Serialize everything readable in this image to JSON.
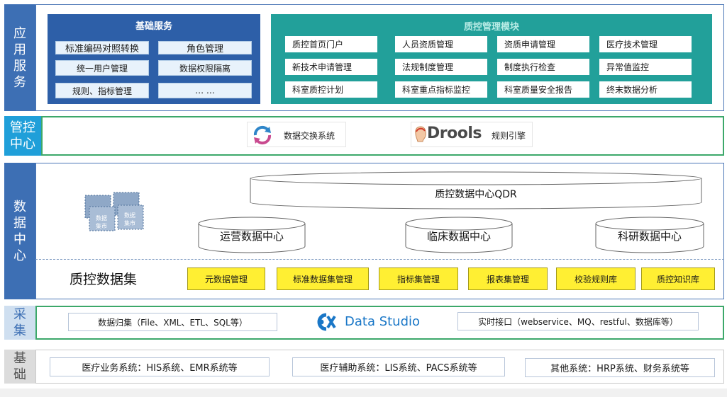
{
  "tiers": {
    "application": "应\n用\n服\n务",
    "control": "管控\n中心",
    "data": "数\n据\n中\n心",
    "collection": "采\n集",
    "foundation": "基\n础"
  },
  "basic_services": {
    "title": "基础服务",
    "items": [
      "标准编码对照转换",
      "角色管理",
      "统一用户管理",
      "数据权限隔离",
      "规则、指标管理",
      "… …"
    ]
  },
  "qc_module": {
    "title": "质控管理模块",
    "items": [
      "质控首页门户",
      "人员资质管理",
      "资质申请管理",
      "医疗技术管理",
      "新技术申请管理",
      "法规制度管理",
      "制度执行检查",
      "异常值监控",
      "科室质控计划",
      "科室重点指标监控",
      "科室质量安全报告",
      "终末数据分析"
    ]
  },
  "control_center": {
    "exchange": "数据交换系统",
    "drools_logo": "Drools",
    "rule_engine": "规则引擎"
  },
  "data_center": {
    "mart_label_1": "数据\n集市",
    "mart_label_2": "数据\n集市",
    "qdr": "质控数据中心QDR",
    "ops": "运营数据中心",
    "clinical": "临床数据中心",
    "research": "科研数据中心",
    "dataset_title": "质控数据集",
    "dataset_items": [
      "元数据管理",
      "标准数据集管理",
      "指标集管理",
      "报表集管理",
      "校验规则库",
      "质控知识库"
    ]
  },
  "collection": {
    "batch": "数据归集（File、XML、ETL、SQL等）",
    "logo_text": "Data Studio",
    "realtime": "实时接口（webservice、MQ、restful、数据库等）"
  },
  "foundation": {
    "items": [
      "医疗业务系统：HIS系统、EMR系统等",
      "医疗辅助系统：LIS系统、PACS系统等",
      "其他系统：HRP系统、财务系统等"
    ]
  },
  "colors": {
    "tier_blue": "#3d6fb4",
    "control_blue": "#1f9fd9",
    "qc_teal": "#22a09a",
    "basic_blue": "#2d5fa8",
    "dataset_yellow": "#ffef33"
  }
}
